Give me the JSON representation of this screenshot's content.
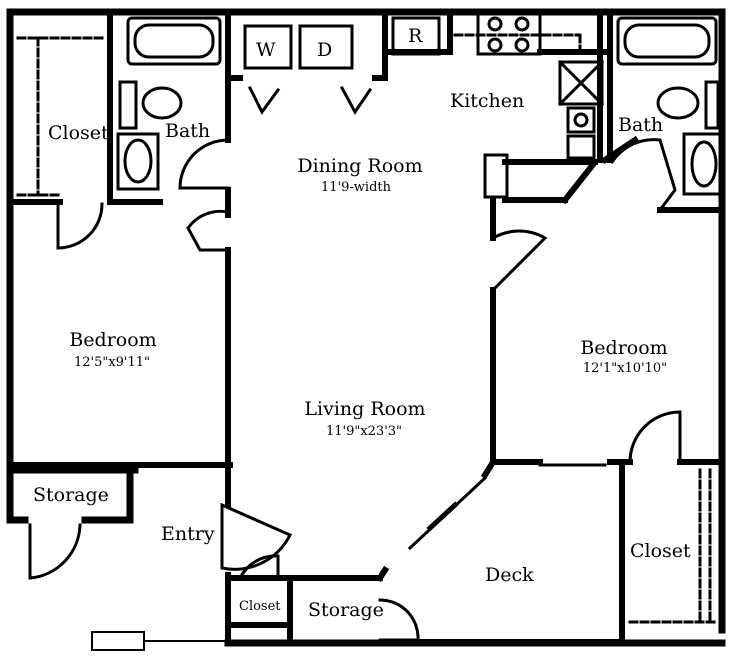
{
  "rooms": {
    "closet_left": "Closet",
    "bath_left": "Bath",
    "dining_room": "Dining Room",
    "dining_size": "11'9-width",
    "kitchen": "Kitchen",
    "bath_right": "Bath",
    "bedroom_left": "Bedroom",
    "bedroom_left_size": "12'5\"x9'11\"",
    "bedroom_right": "Bedroom",
    "bedroom_right_size": "12'1\"x10'10\"",
    "living_room": "Living Room",
    "living_size": "11'9\"x23'3\"",
    "storage_left": "Storage",
    "entry": "Entry",
    "closet_small": "Closet",
    "storage_bottom": "Storage",
    "deck": "Deck",
    "closet_right": "Closet"
  },
  "appliances": {
    "washer": "W",
    "dryer": "D",
    "refrigerator": "R"
  }
}
